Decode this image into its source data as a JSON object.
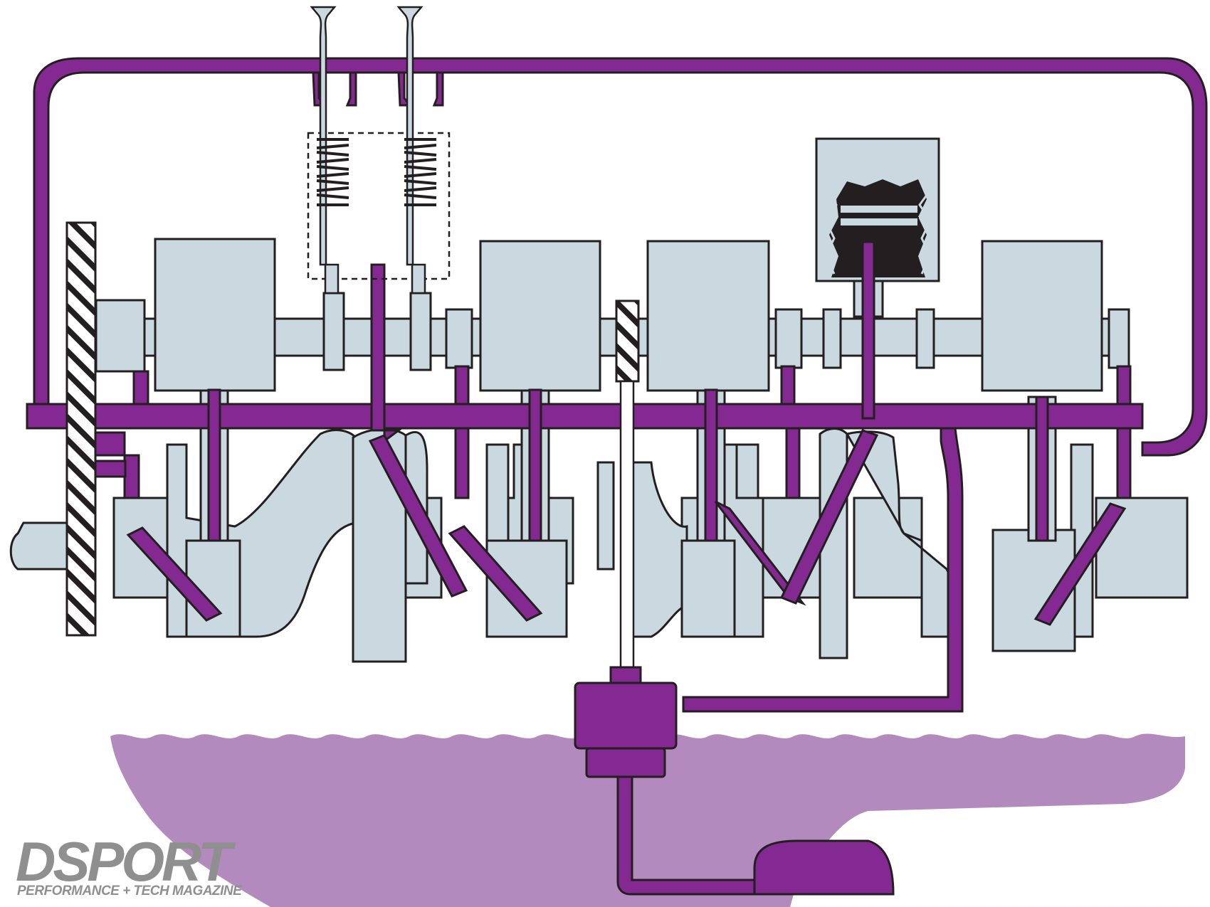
{
  "diagram": {
    "subject": "engine lubrication system cutaway",
    "colors": {
      "oil_passage": "#842991",
      "oil_sump": "#b38abd",
      "engine_part": "#cad8e0",
      "outline": "#231f20",
      "piston_cutaway": "#231f20",
      "hatch": "#231f20"
    },
    "components": {
      "crank_journals": 5,
      "crank_throws": 4,
      "valves": 2,
      "valve_springs": 2
    }
  },
  "brand": {
    "name": "DSPORT",
    "tagline": "PERFORMANCE + TECH MAGAZINE"
  }
}
